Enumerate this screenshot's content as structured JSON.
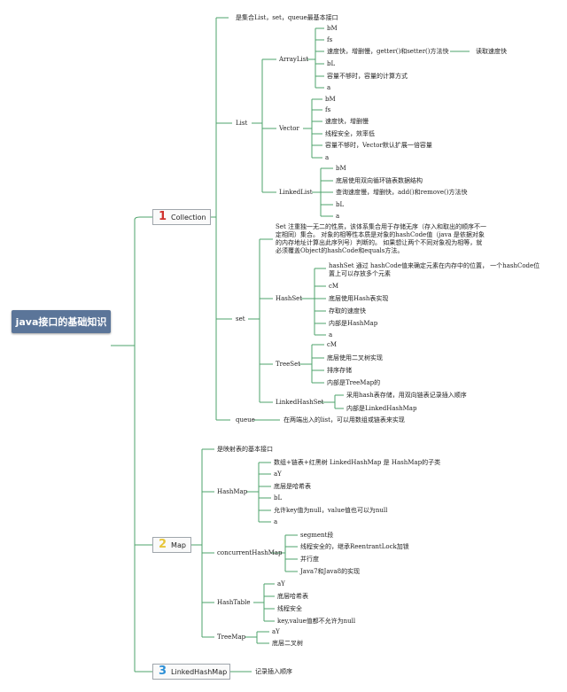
{
  "root": "java接口的基础知识",
  "categories": [
    {
      "num": "1",
      "label": "Collection",
      "color": "#d0312d"
    },
    {
      "num": "2",
      "label": "Map",
      "color": "#e7c63a"
    },
    {
      "num": "3",
      "label": "LinkedHashMap",
      "color": "#2c8fd6"
    }
  ],
  "collection": {
    "intro": "是集合List，set，queue最基本接口",
    "list": {
      "label": "List",
      "arraylist": {
        "label": "ArrayList",
        "items": [
          "bM",
          "fs",
          "速度快，增删慢，getter()和setter()方法快",
          "bL",
          "容量不够时，容量的计算方式",
          "a"
        ],
        "extra": "读取速度快"
      },
      "vector": {
        "label": "Vector",
        "items": [
          "bM",
          "fs",
          "速度快，增删慢",
          "线程安全，效率低",
          "容量不够时，Vector默认扩展一倍容量",
          "a"
        ]
      },
      "linkedlist": {
        "label": "LinkedList",
        "items": [
          "bM",
          "底层使用双向循环链表数据结构",
          "查询速度慢，增删快，add()和remove()方法快",
          "bL",
          "a"
        ]
      }
    },
    "set": {
      "label": "set",
      "desc": "Set 注重独一无二的性质，该体系集合用于存储无序（存入和取出的顺序不一定相同）集合。 对象的相等性本质是对象的hashCode值（java 是依据对象的内存地址计算出此序列号）判断的。 如果想让两个不同对象视为相等，就必须覆盖Object的hashCode和equals方法。",
      "hashset": {
        "label": "HashSet",
        "items": [
          "hashSet 通过 hashCode值来确定元素在内存中的位置， 一个hashCode位置上可以存放多个元素",
          "cM",
          "底层使用Hash表实现",
          "存取的速度快",
          "内部是HashMap",
          "a"
        ]
      },
      "treeset": {
        "label": "TreeSet",
        "items": [
          "cM",
          "底层使用二叉树实现",
          "排序存储",
          "内部是TreeMap的"
        ]
      },
      "linkedhashset": {
        "label": "LinkedHashSet",
        "items": [
          "采用hash表存储，用双向链表记录插入顺序",
          "内部是LinkedHashMap"
        ]
      }
    },
    "queue": {
      "label": "queue",
      "desc": "在两端出入的list，可以用数组或链表来实现"
    }
  },
  "map": {
    "intro": "是映射表的基本接口",
    "hashmap": {
      "label": "HashMap",
      "items": [
        "数组+链表+红黑树 LinkedHashMap 是 HashMap的子类",
        "aY",
        "底层是哈希表",
        "bL",
        "允许key值为null，value值也可以为null",
        "a"
      ]
    },
    "concurrent": {
      "label": "concurrentHashMap",
      "items": [
        "segment段",
        "线程安全的，继承ReentrantLock加锁",
        "并行度",
        "Java7和Java8的实现"
      ]
    },
    "hashtable": {
      "label": "HashTable",
      "items": [
        "aY",
        "底层哈希表",
        "线程安全",
        "key,value值都不允许为null"
      ]
    },
    "treemap": {
      "label": "TreeMap",
      "items": [
        "aY",
        "底层二叉树"
      ]
    }
  },
  "lhm": {
    "desc": "记录插入顺序"
  },
  "line_color": "#4ea36b"
}
